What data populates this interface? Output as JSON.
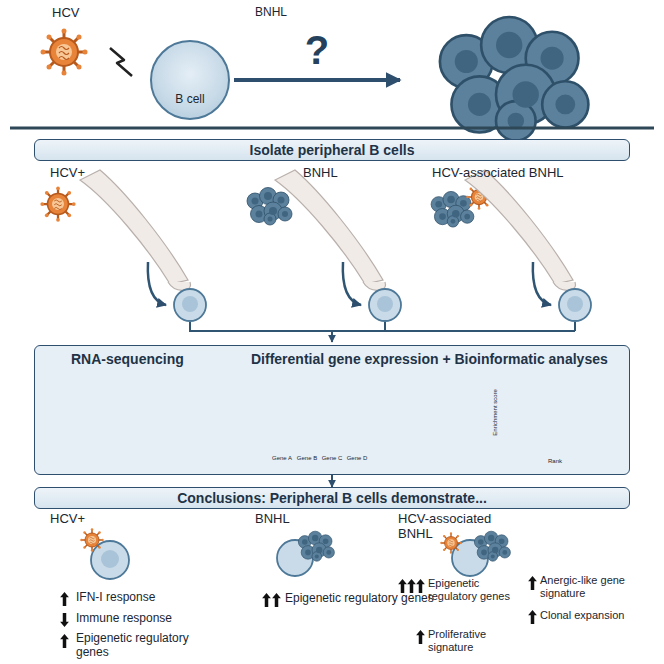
{
  "diagram": {
    "nodes": [
      {
        "text": [
          "B cell"
        ]
      },
      {
        "text": [
          "BNHL"
        ]
      },
      {
        "text": [
          "Isolate peripheral B cells"
        ]
      },
      {
        "text": [
          "RNA-sequencing",
          "Differential gene expression + Bioinformatic analyses"
        ]
      },
      {
        "text": [
          "Conclusions: Peripheral B cells demonstrate..."
        ]
      }
    ],
    "edges": [
      {
        "from": 0,
        "to": 1,
        "arrow": "to",
        "label": "?"
      },
      {
        "from": 3,
        "to": 4,
        "arrow": "to"
      }
    ],
    "labels": [
      "HCV",
      "HCV+",
      "BNHL",
      "HCV-associated BNHL",
      "Gene A",
      "Gene B",
      "Gene C",
      "Gene D",
      "Enrichment score",
      "Rank",
      "HCV+",
      "IFN-I response",
      "Immune response",
      "Epigenetic regulatory genes",
      "BNHL",
      "Epigenetic regulatory genes",
      "HCV-associated BNHL",
      "Epigenetic regulatory genes",
      "Proliferative signature",
      "Anergic-like gene signature",
      "Clonal expansion"
    ]
  }
}
